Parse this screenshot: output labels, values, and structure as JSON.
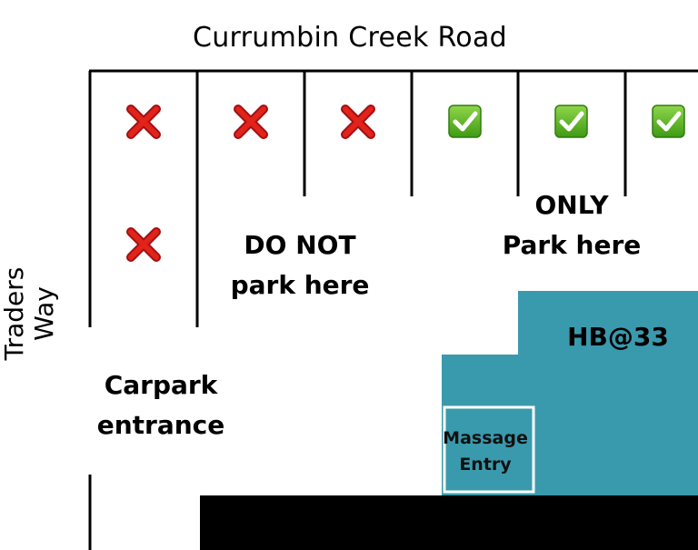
{
  "roads": {
    "top": "Currumbin Creek Road",
    "side": "Traders Way"
  },
  "labels": {
    "do_not_line1": "DO NOT",
    "do_not_line2": "park here",
    "only_line1": "ONLY",
    "only_line2": "Park here",
    "carpark_line1": "Carpark",
    "carpark_line2": "entrance",
    "building": "HB@33",
    "massage_line1": "Massage",
    "massage_line2": "Entry"
  },
  "marks": {
    "no_parking_icon": "red-cross-icon",
    "parking_ok_icon": "green-check-icon"
  },
  "colors": {
    "building": "#3a9aad",
    "cross": "#d71920",
    "check": "#5fb521",
    "lines": "#000000",
    "block": "#000000"
  }
}
